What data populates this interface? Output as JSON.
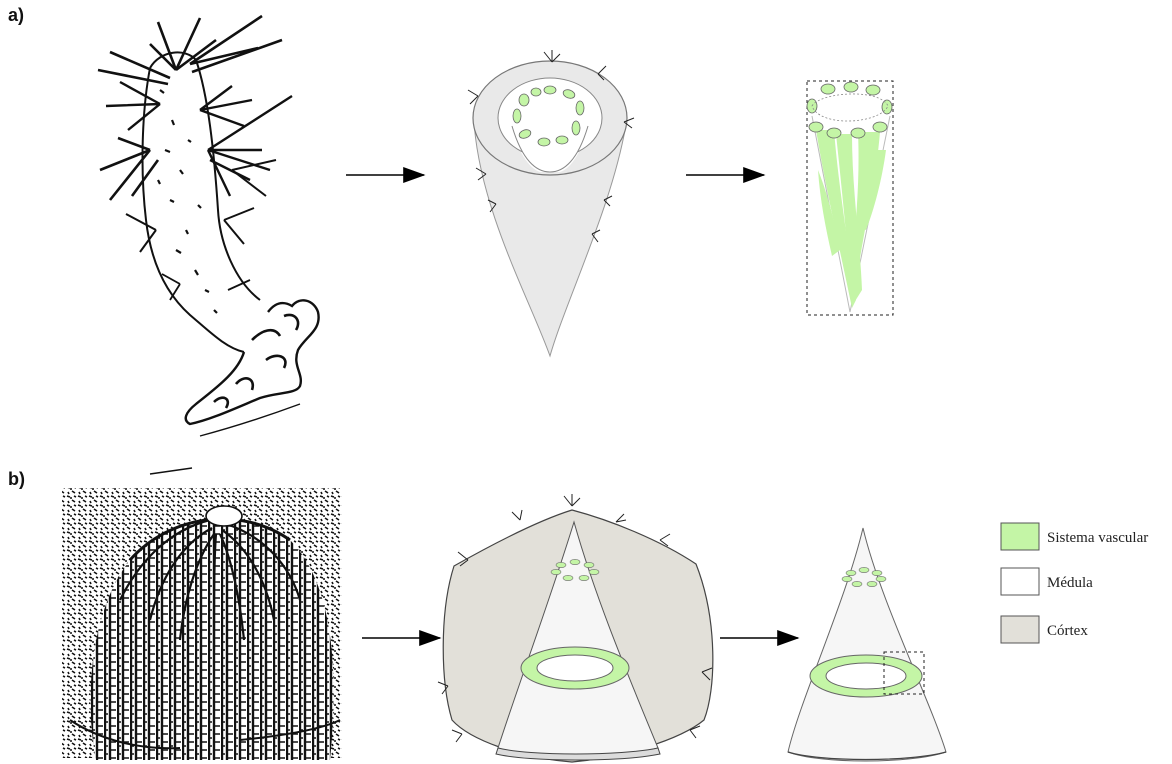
{
  "panels": [
    {
      "label": "a)"
    },
    {
      "label": "b)"
    }
  ],
  "legend": [
    {
      "label": "Sistema vascular",
      "color": "#c4f5a6"
    },
    {
      "label": "Médula",
      "color": "#ffffff"
    },
    {
      "label": "Córtex",
      "color": "#e2e0d9"
    }
  ],
  "colors": {
    "cortex_light": "#e9e9e9",
    "medulla": "#f6f6f6",
    "vascular": "#c4f5a6",
    "outline": "#444444"
  }
}
